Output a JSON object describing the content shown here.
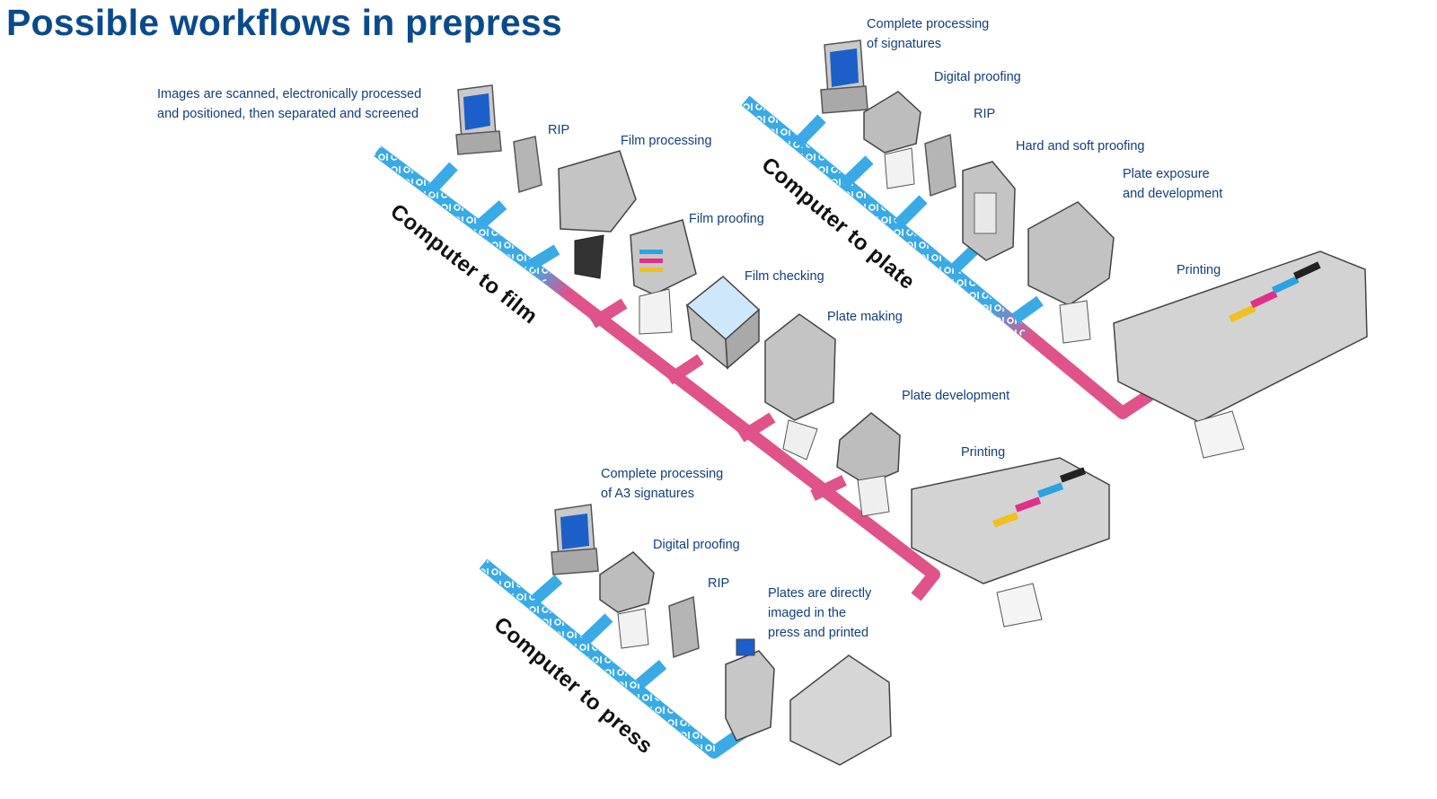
{
  "title": "Possible workflows in prepress",
  "film": {
    "route_label": "Computer to film",
    "labels": {
      "scan": "Images are scanned, electronically processed\nand positioned, then separated and screened",
      "rip": "RIP",
      "film_processing": "Film processing",
      "film_proofing": "Film proofing",
      "film_checking": "Film checking",
      "plate_making": "Plate making",
      "plate_development": "Plate development",
      "printing": "Printing"
    }
  },
  "plate": {
    "route_label": "Computer to plate",
    "labels": {
      "complete": "Complete processing\nof signatures",
      "digital_proofing": "Digital proofing",
      "rip": "RIP",
      "hard_soft_proofing": "Hard and soft proofing",
      "plate_exposure": "Plate exposure\nand development",
      "printing": "Printing"
    }
  },
  "press": {
    "route_label": "Computer to press",
    "labels": {
      "complete": "Complete processing\nof A3 signatures",
      "digital_proofing": "Digital proofing",
      "rip": "RIP",
      "plates_direct": "Plates are directly\nimaged in the\npress and printed"
    }
  },
  "colors": {
    "title": "#0a4a8c",
    "label": "#123f78",
    "data_line": "#3aaae6",
    "process_line": "#e0528a",
    "machine_gray": "#b8b8b8",
    "screen_blue": "#1c5fc8"
  },
  "icons": [
    "workstation-icon",
    "rip-server-icon",
    "processor-icon",
    "proofer-icon",
    "printing-press-icon"
  ]
}
